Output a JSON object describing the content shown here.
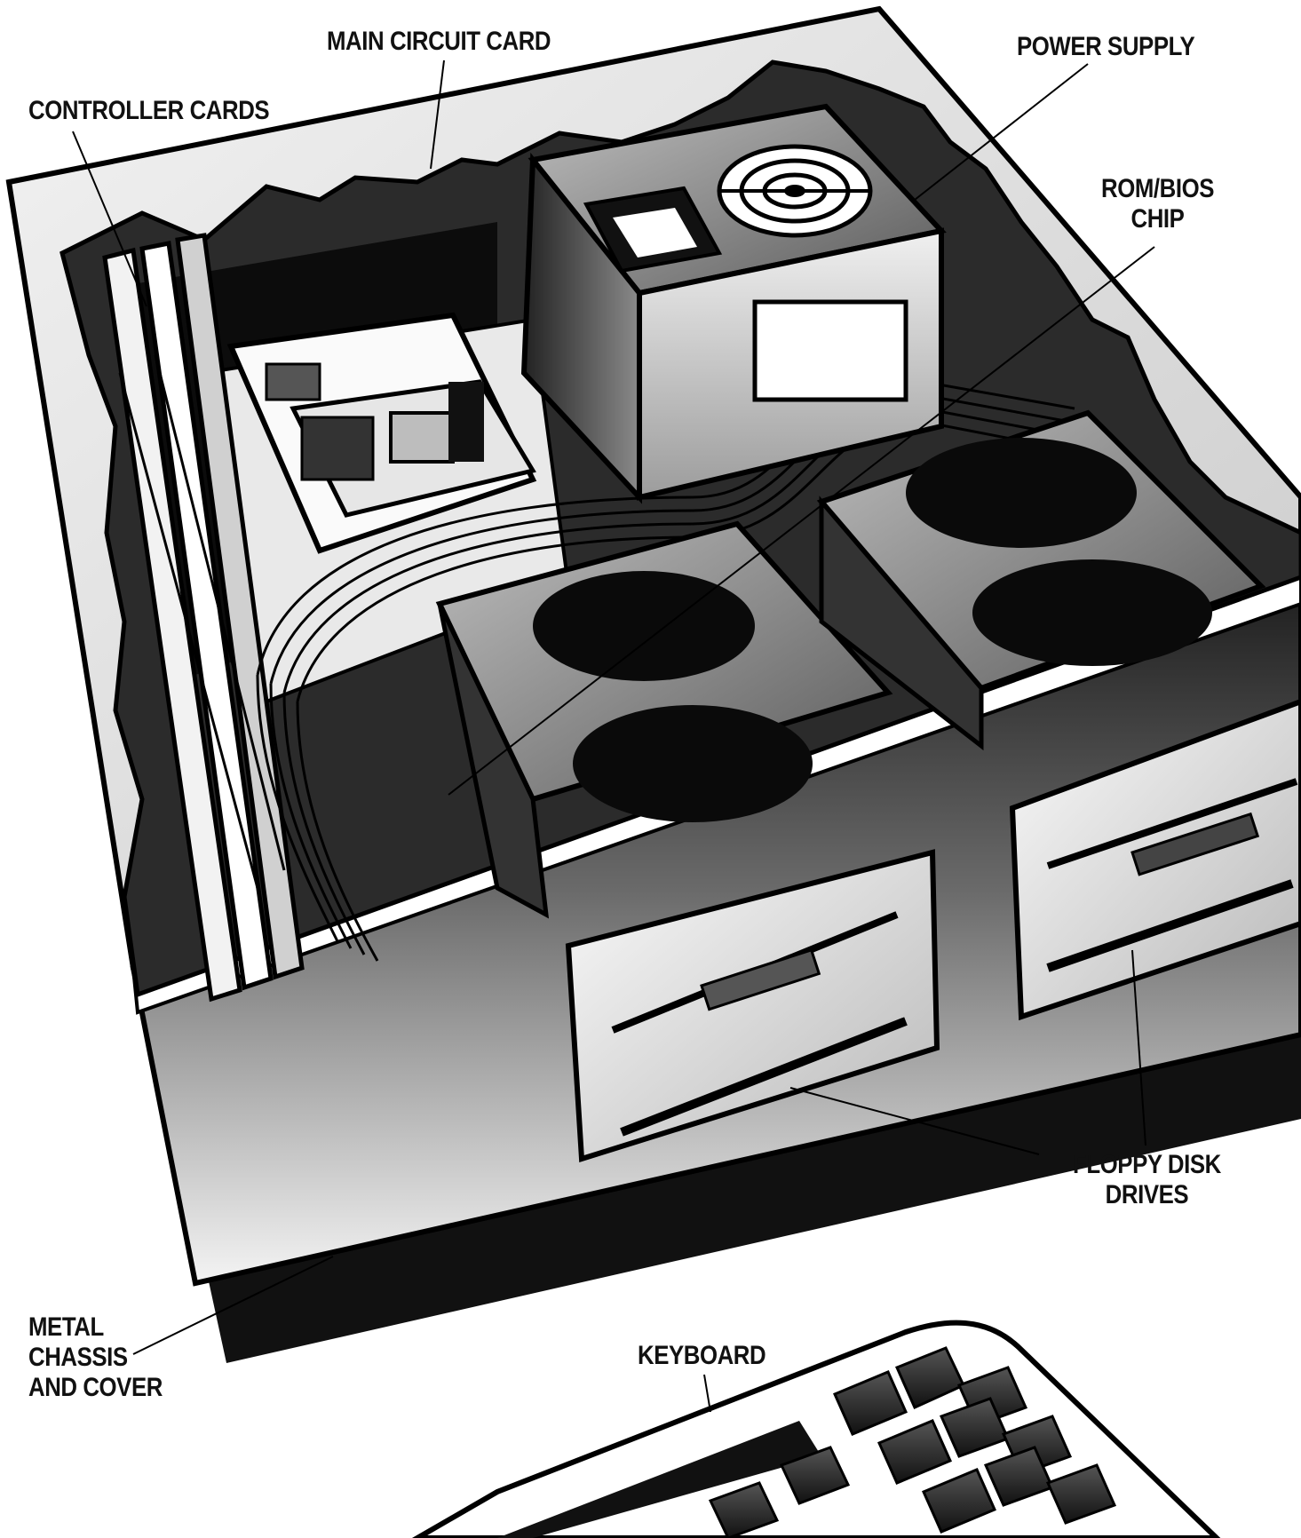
{
  "labels": {
    "main_circuit_card": "MAIN CIRCUIT CARD",
    "power_supply": "POWER SUPPLY",
    "controller_cards": "CONTROLLER CARDS",
    "rom_bios_line1": "ROM/BIOS",
    "rom_bios_line2": "CHIP",
    "floppy_line1": "FLOPPY DISK",
    "floppy_line2": "DRIVES",
    "chassis_line1": "METAL",
    "chassis_line2": "CHASSIS",
    "chassis_line3": "AND COVER",
    "keyboard": "KEYBOARD"
  }
}
